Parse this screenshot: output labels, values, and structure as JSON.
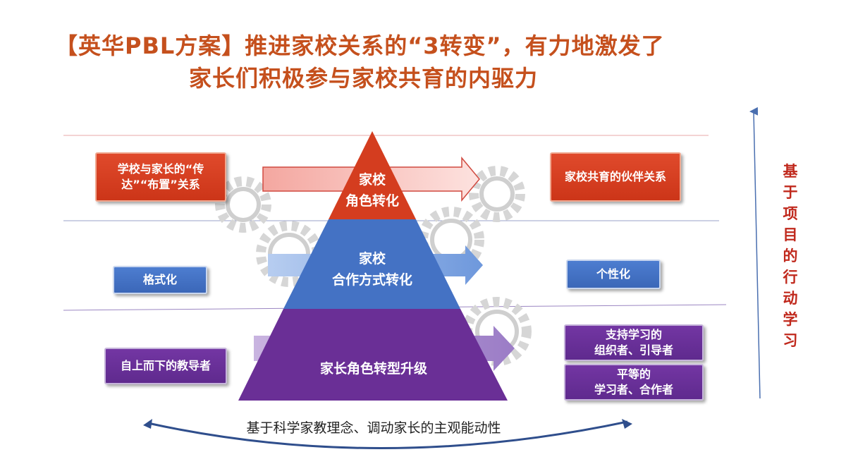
{
  "title": {
    "line1": "【英华PBL方案】推进家校关系的“3转变”，有力地激发了",
    "line2": "家长们积极参与家校共育的内驱力"
  },
  "pyramid": {
    "top": "家校\n角色转化",
    "middle": "家校\n合作方式转化",
    "bottom": "家长角色转型升级"
  },
  "left_boxes": {
    "top": "学校与家长的“传\n达”“布置”关系",
    "middle": "格式化",
    "bottom": "自上而下的教导者"
  },
  "right_boxes": {
    "top": "家校共育的伙伴关系",
    "middle": "个性化",
    "bottom_a": "支持学习的\n组织者、引导者",
    "bottom_b": "平等的\n学习者、合作者"
  },
  "side_label": "基于项目的行动学习",
  "bottom_caption": "基于科学家教理念、调动家长的主观能动性",
  "colors": {
    "title": "#c5501d",
    "red": "#d43d1f",
    "blue": "#4472c4",
    "purple": "#6a2f96",
    "side_label": "#c0281c",
    "gear": "#d9d9d9"
  },
  "icons": [
    "gear-icon",
    "right-arrow-icon",
    "up-arrow-icon",
    "curved-arrow-icon"
  ]
}
